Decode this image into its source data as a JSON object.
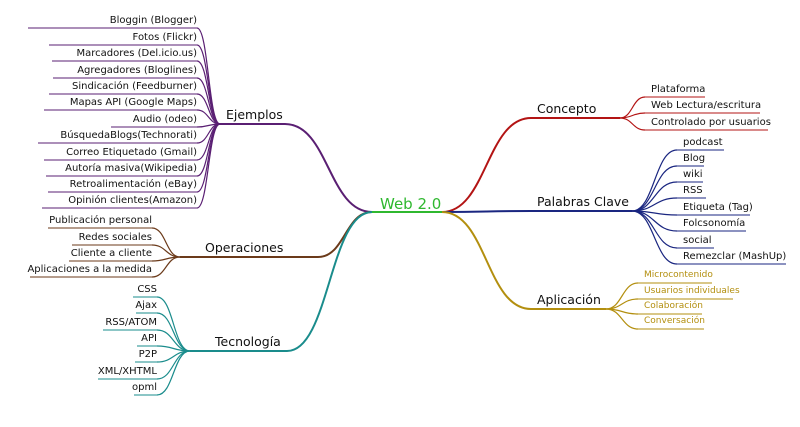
{
  "center": {
    "label": "Web 2.0",
    "color": "#2fb82f"
  },
  "branches": [
    {
      "id": "ejemplos",
      "label": "Ejemplos",
      "color": "#5a1f73",
      "items": [
        "Bloggin (Blogger)",
        "Fotos (Flickr)",
        "Marcadores (Del.icio.us)",
        "Agregadores (Bloglines)",
        "Sindicación (Feedburner)",
        "Mapas API (Google Maps)",
        "Audio (odeo)",
        "BúsquedaBlogs(Technorati)",
        "Correo Etiquetado (Gmail)",
        "Autoría masiva(Wikipedia)",
        "Retroalimentación (eBay)",
        "Opinión clientes(Amazon)"
      ]
    },
    {
      "id": "operaciones",
      "label": "Operaciones",
      "color": "#6b3a1a",
      "items": [
        "Publicación personal",
        "Redes sociales",
        "Cliente a cliente",
        "Aplicaciones a la medida"
      ]
    },
    {
      "id": "tecnologia",
      "label": "Tecnología",
      "color": "#1a8c8c",
      "items": [
        "CSS",
        "Ajax",
        "RSS/ATOM",
        "API",
        "P2P",
        "XML/XHTML",
        "opml"
      ]
    },
    {
      "id": "concepto",
      "label": "Concepto",
      "color": "#b31414",
      "items": [
        "Plataforma",
        "Web Lectura/escritura",
        "Controlado por usuarios"
      ]
    },
    {
      "id": "palabras",
      "label": "Palabras Clave",
      "color": "#1a2680",
      "items": [
        "podcast",
        "Blog",
        "wiki",
        "RSS",
        "Etiqueta (Tag)",
        "Folcsonomía",
        "social",
        "Remezclar (MashUp)"
      ]
    },
    {
      "id": "aplicacion",
      "label": "Aplicación",
      "color": "#b38f0f",
      "items": [
        "Microcontenido",
        "Usuarios individuales",
        "Colaboración",
        "Conversación"
      ]
    }
  ]
}
